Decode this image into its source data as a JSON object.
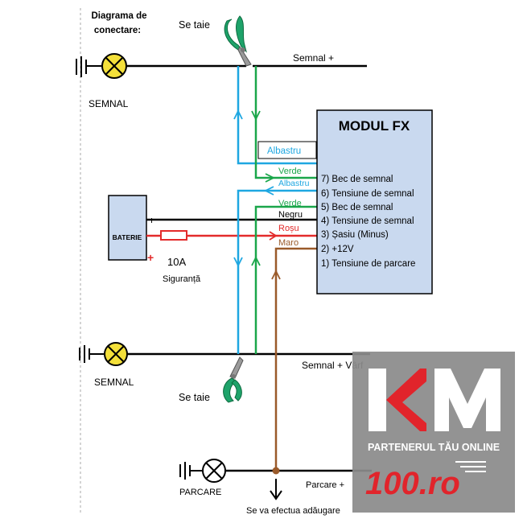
{
  "header": {
    "title_line1": "Diagrama de",
    "title_line2": "conectare:"
  },
  "labels": {
    "cut_top": "Se taie",
    "cut_bottom": "Se taie",
    "signal_plus": "Semnal +",
    "signal_plus_top": "Semnal + Vârf",
    "signal_left_top": "SEMNAL",
    "signal_left_bottom": "SEMNAL",
    "parking": "PARCARE",
    "parking_plus": "Parcare +",
    "to_be_added": "Se va efectua adăugare",
    "battery": "BATERIE",
    "fuse_rating": "10A",
    "fuse": "Siguranță"
  },
  "wires": {
    "blue_box": "Albastru",
    "green1": "Verde",
    "blue2": "Albastru",
    "green2": "Verde",
    "black": "Negru",
    "red": "Roșu",
    "brown": "Maro"
  },
  "module": {
    "title": "MODUL FX",
    "pins": [
      "7) Bec de semnal",
      "6) Tensiune de semnal",
      "5) Bec de semnal",
      "4) Tensiune de semnal",
      "3) Șasiu (Minus)",
      "2) +12V",
      "1) Tensiune de parcare"
    ]
  },
  "logo": {
    "brand": "KM",
    "tagline": "PARTENERUL TĂU ONLINE",
    "domain": "100.ro"
  },
  "colors": {
    "blue": "#1ea7e1",
    "green": "#1aa64a",
    "red": "#e32b2b",
    "brown": "#9a5a2a",
    "module": "#c9d9ef",
    "lamp": "#f4e03a",
    "logo_bg": "#8b8b8b",
    "logo_red": "#e1242b"
  }
}
